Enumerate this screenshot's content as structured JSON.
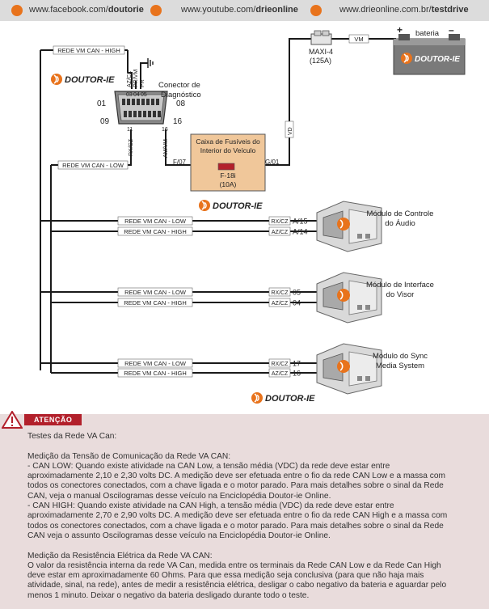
{
  "header": {
    "facebook_prefix": "www.facebook.com/",
    "facebook_bold": "doutorie",
    "youtube_prefix": "www.youtube.com/",
    "youtube_bold": "drieonline",
    "site_prefix": "www.drieonline.com.br/",
    "site_bold": "testdrive"
  },
  "brand": {
    "logo_text": "DOUTOR-IE",
    "accent_color": "#e8731c"
  },
  "diagram": {
    "can_high_top": "REDE VM CAN - HIGH",
    "can_low_top": "REDE VM CAN - LOW",
    "connector_title_1": "Conector de",
    "connector_title_2": "Diagnóstico",
    "pin_01": "01",
    "pin_08": "08",
    "pin_09": "09",
    "pin_16": "16",
    "pin_03": "03",
    "pin_04": "04",
    "pin_05": "05",
    "pin_11": "11",
    "pin_16b": "16",
    "wire_azcz": "AZ/CZ",
    "wire_prvm": "PR/VM",
    "wire_pr": "PR",
    "wire_rxcz": "RX/CZ",
    "wire_amvm": "AM/VM",
    "maxi_label_1": "MAXI-4",
    "maxi_label_2": "(125A)",
    "wire_vm": "VM",
    "wire_vd": "VD",
    "battery_label": "bateria",
    "battery_plus": "+",
    "battery_minus": "–",
    "fusebox_1": "Caixa de Fusíveis do",
    "fusebox_2": "Interior do Veículo",
    "fuse_pin_f07": "F/07",
    "fuse_pin_g01": "G/01",
    "fuse_1": "F-18i",
    "fuse_2": "(10A)",
    "modules": [
      {
        "name_1": "Módulo de Controle",
        "name_2": "do Áudio",
        "low_label": "REDE VM CAN - LOW",
        "high_label": "REDE VM CAN - HIGH",
        "low_wire": "RX/CZ",
        "low_pin": "A/15",
        "high_wire": "AZ/CZ",
        "high_pin": "A/14"
      },
      {
        "name_1": "Módulo de Interface",
        "name_2": "do Visor",
        "low_label": "REDE VM CAN - LOW",
        "high_label": "REDE VM CAN - HIGH",
        "low_wire": "RX/CZ",
        "low_pin": "05",
        "high_wire": "AZ/CZ",
        "high_pin": "04"
      },
      {
        "name_1": "Módulo do Sync",
        "name_2": "Media System",
        "low_label": "REDE VM CAN - LOW",
        "high_label": "REDE VM CAN - HIGH",
        "low_wire": "RX/CZ",
        "low_pin": "17",
        "high_wire": "AZ/CZ",
        "high_pin": "16"
      }
    ]
  },
  "alert": {
    "tab_label": "ATENÇÃO",
    "text": "Testes da Rede VA Can:\n\nMedição da Tensão de Comunicação da Rede VA CAN:\n- CAN LOW: Quando existe atividade na CAN Low, a tensão média (VDC) da rede deve estar entre\naproximadamente 2,10 e 2,30 volts DC. A medição deve ser efetuada entre o fio da rede CAN Low e a massa com\ntodos os conectores conectados, com a chave ligada e o motor parado. Para mais detalhes sobre o sinal da Rede\nCAN, veja o manual Oscilogramas desse veículo na Enciclopédia Doutor-ie Online.\n- CAN HIGH: Quando existe atividade na CAN High, a tensão média (VDC) da rede deve estar entre\naproximadamente 2,70 e 2,90 volts DC. A medição deve ser efetuada entre o fio da rede CAN High e a massa com\ntodos os conectores conectados, com a chave ligada e o motor parado. Para mais detalhes sobre o sinal da Rede\nCAN veja o assunto Oscilogramas desse veículo na Enciclopédia Doutor-ie Online.\n\nMedição da Resistência Elétrica da Rede VA CAN:\nO valor da resistência interna da rede VA Can, medida entre os terminais da Rede CAN Low e da Rede Can High\ndeve estar em aproximadamente 60 Ohms. Para que essa medição seja conclusiva (para que não haja mais\natividade, sinal, na rede), antes de medir a resistência elétrica, desligar o cabo negativo da bateria e aguardar pelo\nmenos 1 minuto. Deixar o negativo da bateria desligado durante todo o teste."
  }
}
